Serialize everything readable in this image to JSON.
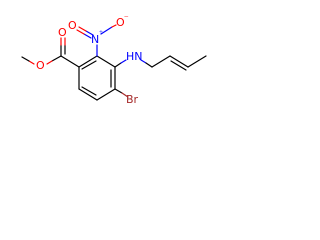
{
  "molecule": {
    "atoms": {
      "nitro_n": "N",
      "nitro_o_top": "O",
      "nitro_o_left": "O",
      "amine": "HN",
      "bromine": "Br",
      "ester_o_carbonyl": "O",
      "ester_o_single": "O",
      "plus_sign": "+",
      "minus_sign": "−"
    },
    "colors": {
      "carbon_bond": "#000000",
      "oxygen": "#ff0000",
      "nitrogen": "#0000ff",
      "bromine": "#a52a2a",
      "background": "#ffffff"
    }
  }
}
